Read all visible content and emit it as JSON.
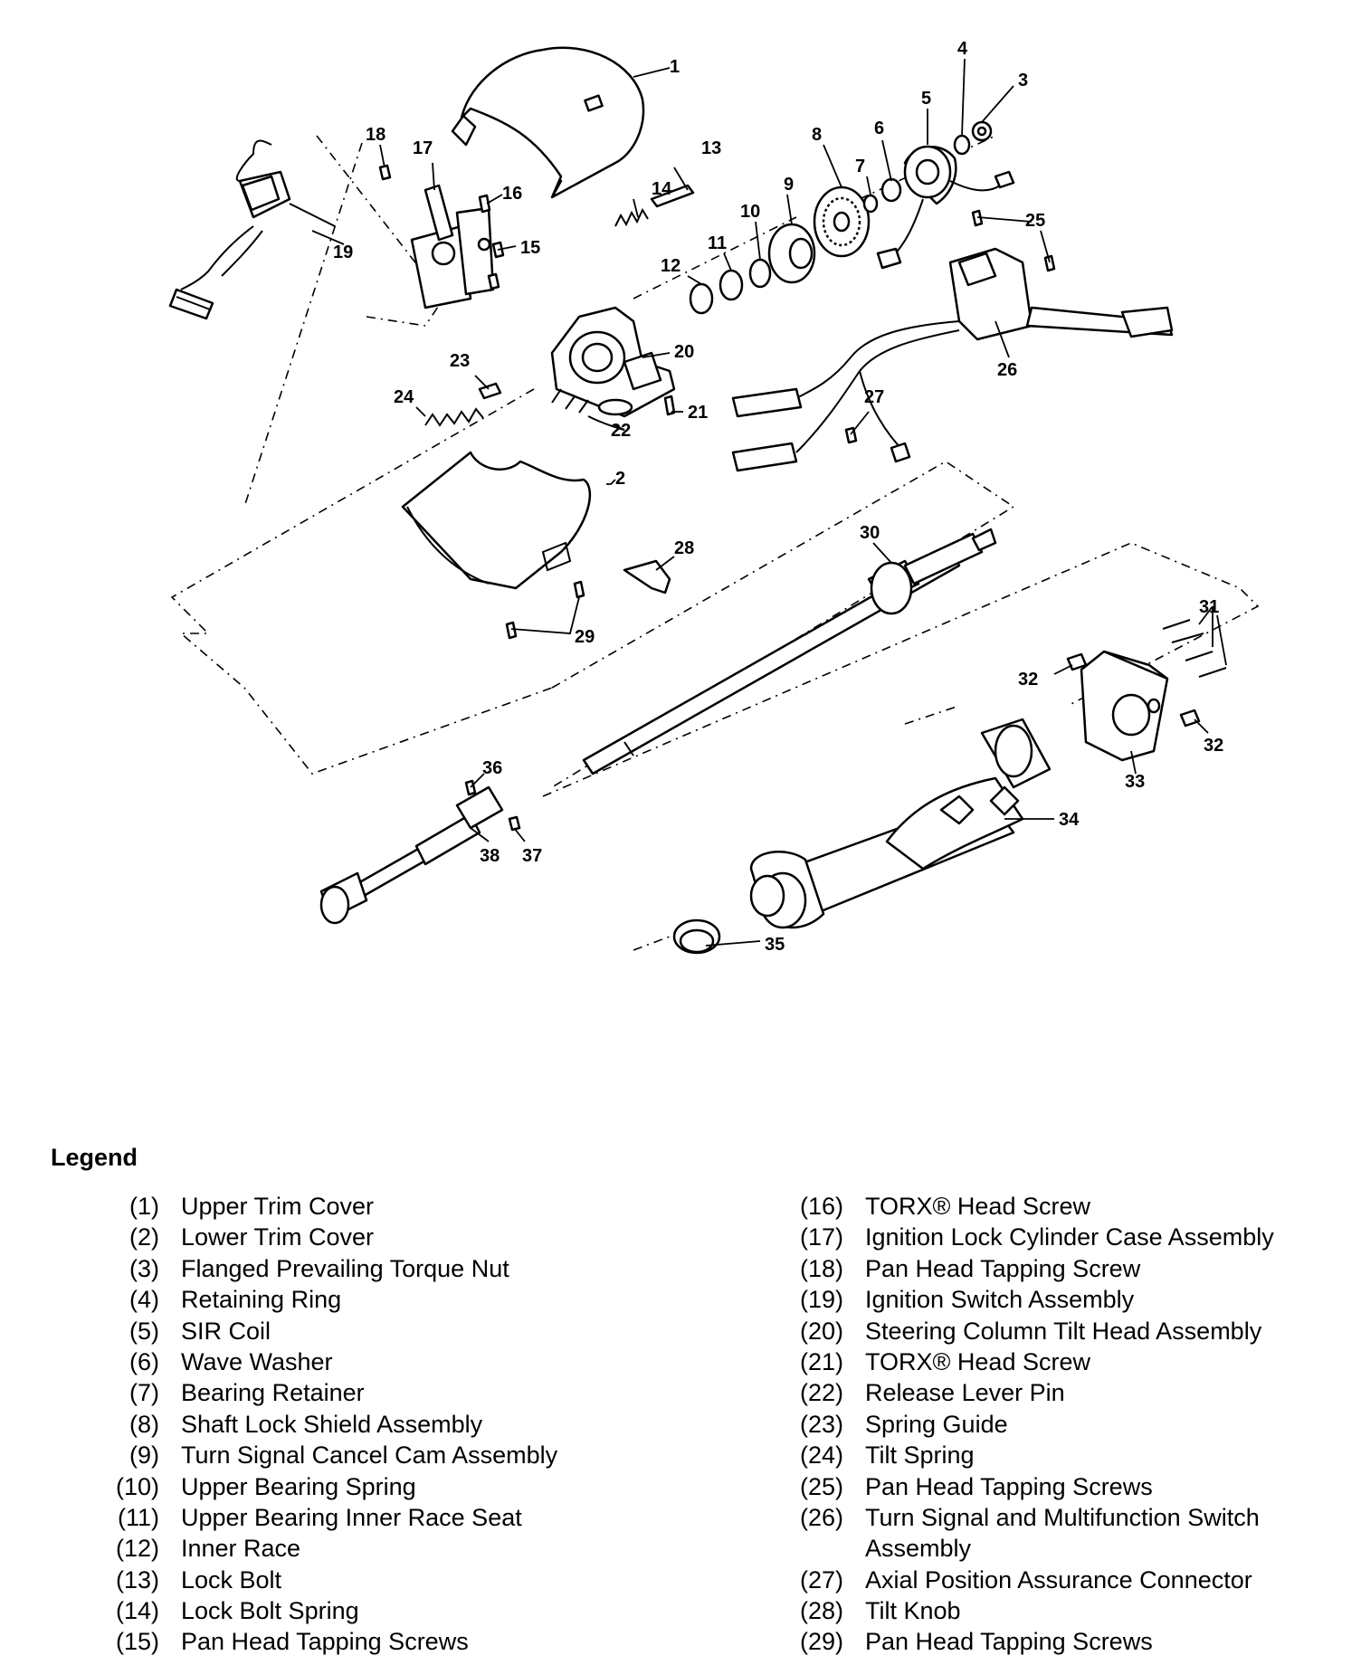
{
  "legend": {
    "title": "Legend",
    "items": [
      {
        "num": "(1)",
        "text": "Upper Trim Cover"
      },
      {
        "num": "(2)",
        "text": "Lower Trim Cover"
      },
      {
        "num": "(3)",
        "text": "Flanged Prevailing Torque Nut"
      },
      {
        "num": "(4)",
        "text": "Retaining Ring"
      },
      {
        "num": "(5)",
        "text": "SIR Coil"
      },
      {
        "num": "(6)",
        "text": "Wave Washer"
      },
      {
        "num": "(7)",
        "text": "Bearing Retainer"
      },
      {
        "num": "(8)",
        "text": "Shaft Lock Shield Assembly"
      },
      {
        "num": "(9)",
        "text": "Turn Signal Cancel Cam Assembly"
      },
      {
        "num": "(10)",
        "text": "Upper Bearing Spring"
      },
      {
        "num": "(11)",
        "text": "Upper Bearing Inner Race Seat"
      },
      {
        "num": "(12)",
        "text": "Inner Race"
      },
      {
        "num": "(13)",
        "text": "Lock Bolt"
      },
      {
        "num": "(14)",
        "text": "Lock Bolt Spring"
      },
      {
        "num": "(15)",
        "text": "Pan Head Tapping Screws"
      },
      {
        "num": "(16)",
        "text": "TORX® Head Screw"
      },
      {
        "num": "(17)",
        "text": "Ignition Lock Cylinder Case Assembly"
      },
      {
        "num": "(18)",
        "text": "Pan Head Tapping Screw"
      },
      {
        "num": "(19)",
        "text": "Ignition Switch Assembly"
      },
      {
        "num": "(20)",
        "text": "Steering Column Tilt Head Assembly"
      },
      {
        "num": "(21)",
        "text": "TORX® Head Screw"
      },
      {
        "num": "(22)",
        "text": "Release Lever Pin"
      },
      {
        "num": "(23)",
        "text": "Spring Guide"
      },
      {
        "num": "(24)",
        "text": "Tilt Spring"
      },
      {
        "num": "(25)",
        "text": "Pan Head Tapping Screws"
      },
      {
        "num": "(26)",
        "text": "Turn Signal and Multifunction Switch Assembly"
      },
      {
        "num": "(27)",
        "text": "Axial Position Assurance Connector"
      },
      {
        "num": "(28)",
        "text": "Tilt Knob"
      },
      {
        "num": "(29)",
        "text": "Pan Head Tapping Screws"
      }
    ]
  },
  "callouts": [
    "1",
    "2",
    "3",
    "4",
    "5",
    "6",
    "7",
    "8",
    "9",
    "10",
    "11",
    "12",
    "13",
    "14",
    "15",
    "16",
    "17",
    "18",
    "19",
    "20",
    "21",
    "22",
    "23",
    "24",
    "25",
    "26",
    "27",
    "28",
    "29",
    "30",
    "31",
    "32",
    "32",
    "33",
    "34",
    "35",
    "36",
    "37",
    "38"
  ]
}
